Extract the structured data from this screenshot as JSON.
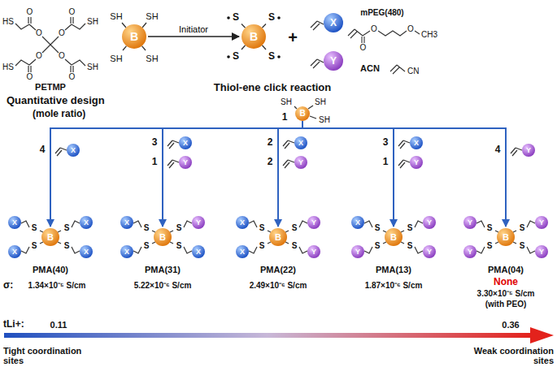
{
  "diagram": {
    "nodes": [
      {
        "text": [
          "B"
        ]
      },
      {
        "text": [
          "B"
        ]
      },
      {
        "text": [
          "X"
        ]
      },
      {
        "text": [
          "Y"
        ]
      },
      {
        "text": [
          "B"
        ]
      },
      {
        "text": [
          "X"
        ]
      },
      {
        "text": [
          "X"
        ]
      },
      {
        "text": [
          "Y"
        ]
      },
      {
        "text": [
          "X"
        ]
      },
      {
        "text": [
          "Y"
        ]
      },
      {
        "text": [
          "X"
        ]
      },
      {
        "text": [
          "Y"
        ]
      },
      {
        "text": [
          "Y"
        ]
      },
      {
        "text": [
          "X"
        ]
      },
      {
        "text": [
          "X"
        ]
      },
      {
        "text": [
          "B"
        ]
      },
      {
        "text": [
          "X"
        ]
      },
      {
        "text": [
          "X"
        ]
      },
      {
        "text": [
          "X"
        ]
      },
      {
        "text": [
          "Y"
        ]
      },
      {
        "text": [
          "B"
        ]
      },
      {
        "text": [
          "X"
        ]
      },
      {
        "text": [
          "X"
        ]
      },
      {
        "text": [
          "X"
        ]
      },
      {
        "text": [
          "Y"
        ]
      },
      {
        "text": [
          "B"
        ]
      },
      {
        "text": [
          "X"
        ]
      },
      {
        "text": [
          "Y"
        ]
      },
      {
        "text": [
          "X"
        ]
      },
      {
        "text": [
          "Y"
        ]
      },
      {
        "text": [
          "B"
        ]
      },
      {
        "text": [
          "Y"
        ]
      },
      {
        "text": [
          "Y"
        ]
      },
      {
        "text": [
          "Y"
        ]
      },
      {
        "text": [
          "Y"
        ]
      },
      {
        "text": [
          "B"
        ]
      },
      {
        "text": [
          "Y"
        ]
      },
      {
        "text": [
          "Y"
        ]
      }
    ],
    "edges": [
      {
        "from": 0,
        "to": 1,
        "arrow": "to",
        "label": "Initiator"
      },
      {
        "from": 4,
        "to": 15,
        "arrow": "to"
      },
      {
        "from": 4,
        "to": 20,
        "arrow": "to"
      },
      {
        "from": 4,
        "to": 25,
        "arrow": "to"
      },
      {
        "from": 4,
        "to": 30,
        "arrow": "to"
      },
      {
        "from": 4,
        "to": 35,
        "arrow": "to"
      }
    ],
    "labels": [
      "HS",
      "O",
      "O",
      "SH",
      "O",
      "O",
      "O",
      "O",
      "HS",
      "O",
      "O",
      "SH",
      "PETMP",
      "SH",
      "SH",
      "SH",
      "SH",
      "S",
      "S",
      "S",
      "S",
      "+",
      "mPEG(480)",
      "O",
      "O",
      "O",
      "CH3",
      "ACN",
      "CN",
      "Thiol-ene click reaction",
      "1",
      "SH",
      "SH",
      "SH",
      "Quantitative design",
      "(mole ratio)",
      "4",
      "3",
      "1",
      "2",
      "2",
      "3",
      "1",
      "4",
      "S",
      "S",
      "S",
      "S",
      "S",
      "S",
      "S",
      "S",
      "S",
      "S",
      "S",
      "S",
      "S",
      "S",
      "S",
      "S",
      "S",
      "S",
      "S",
      "S",
      "PMA(40)",
      "PMA(31)",
      "PMA(22)",
      "PMA(13)",
      "PMA(04)",
      "None",
      "σ:",
      "1.34×10⁻⁵ S/cm",
      "5.22×10⁻⁶ S/cm",
      "2.49×10⁻⁶ S/cm",
      "1.87×10⁻⁶ S/cm",
      "3.30×10⁻⁵ S/cm",
      "(with PEO)",
      "tLi+:",
      "0.11",
      "0.36",
      "Tight coordination sites",
      "Weak coordination sites"
    ]
  }
}
